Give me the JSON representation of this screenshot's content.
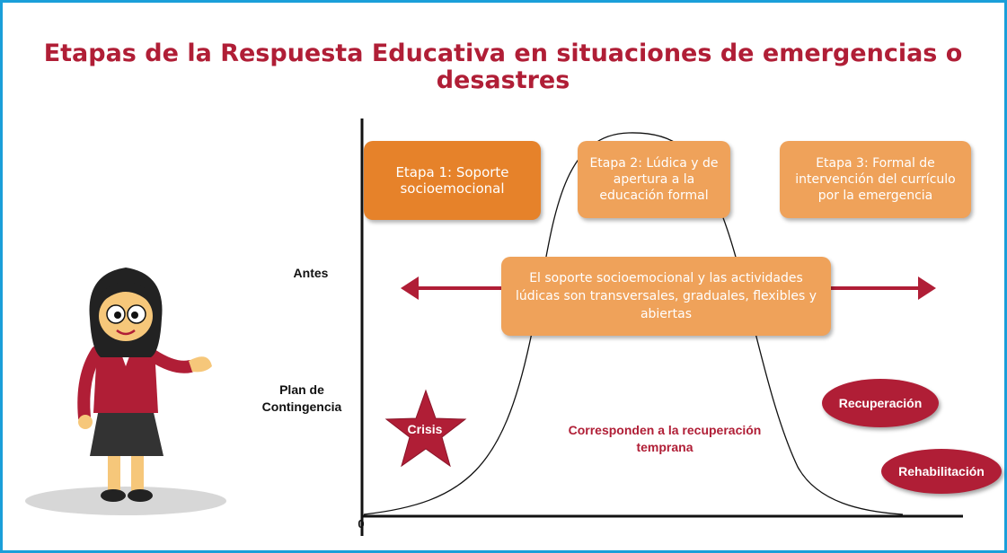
{
  "title": "Etapas de la Respuesta Educativa en situaciones de emergencias o desastres",
  "stages": {
    "stage1": "Etapa 1: Soporte socioemocional",
    "stage2": "Etapa 2: Lúdica y de apertura a la educación formal",
    "stage3": "Etapa 3: Formal de intervención del currículo por la emergencia"
  },
  "transversal": "El soporte socioemocional y las actividades lúdicas son transversales, graduales, flexibles y abiertas",
  "axis": {
    "antes": "Antes",
    "plan": "Plan de Contingencia",
    "zero": "0"
  },
  "labels": {
    "crisis": "Crisis",
    "recuperacion_temprana": "Corresponden a la recuperación temprana",
    "recuperacion": "Recuperación",
    "rehabilitacion": "Rehabilitación"
  },
  "colors": {
    "frame": "#1a9fd9",
    "title": "#b01e36",
    "stage1": "#e6822a",
    "stage_light": "#efa25a",
    "dark_red": "#b01e36"
  }
}
